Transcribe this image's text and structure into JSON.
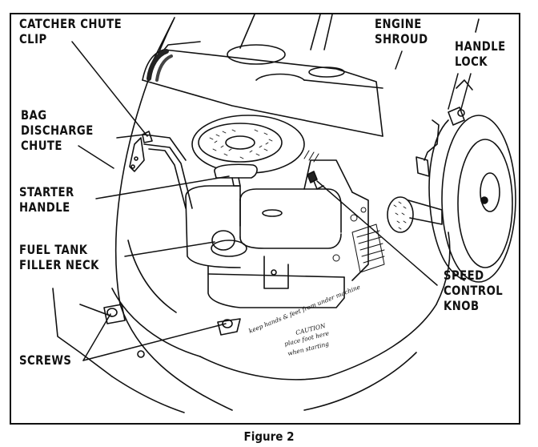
{
  "figure": {
    "caption": "Figure 2",
    "subject": "Lawn mower engine and deck, labeled parts"
  },
  "labels": [
    {
      "id": "catcher-chute-clip",
      "text": "CATCHER CHUTE\nCLIP"
    },
    {
      "id": "bag-discharge-chute",
      "text": "BAG\nDISCHARGE\nCHUTE"
    },
    {
      "id": "starter-handle",
      "text": "STARTER\nHANDLE"
    },
    {
      "id": "fuel-tank-filler-neck",
      "text": "FUEL TANK\nFILLER NECK"
    },
    {
      "id": "screws",
      "text": "SCREWS"
    },
    {
      "id": "engine-shroud",
      "text": "ENGINE\nSHROUD"
    },
    {
      "id": "handle-lock",
      "text": "HANDLE\nLOCK"
    },
    {
      "id": "speed-control-knob",
      "text": "SPEED\nCONTROL\nKNOB"
    }
  ],
  "decal": {
    "line1": "keep hands & feet from under machine",
    "line2": "CAUTION",
    "line3": "place foot here",
    "line4": "when starting"
  },
  "colors": {
    "ink": "#111111",
    "paper": "#ffffff"
  }
}
